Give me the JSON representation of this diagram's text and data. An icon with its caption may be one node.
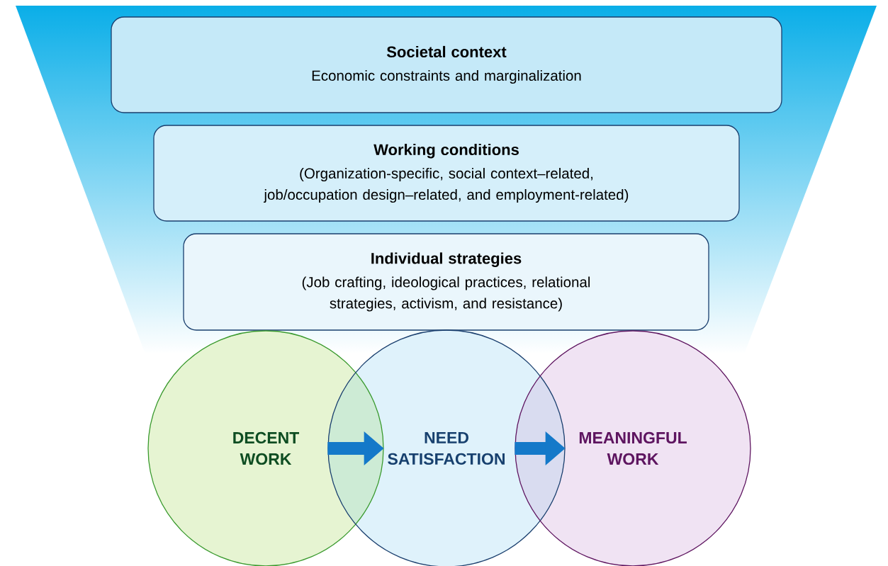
{
  "diagram": {
    "nodes": [
      {
        "text": [
          "Societal context",
          "Economic constraints and marginalization"
        ]
      },
      {
        "text": [
          "Working conditions",
          "(Organization-specific, social context–related, job/occupation design–related, and employment-related)"
        ]
      },
      {
        "text": [
          "Individual strategies",
          "(Job crafting, ideological practices, relational strategies, activism, and resistance)"
        ]
      },
      {
        "text": [
          "DECENT WORK"
        ]
      },
      {
        "text": [
          "NEED SATISFACTION"
        ]
      },
      {
        "text": [
          "MEANINGFUL WORK"
        ]
      }
    ],
    "edges": [
      {
        "from": 3,
        "to": 4,
        "arrow": "to"
      },
      {
        "from": 4,
        "to": 5,
        "arrow": "to"
      }
    ]
  }
}
